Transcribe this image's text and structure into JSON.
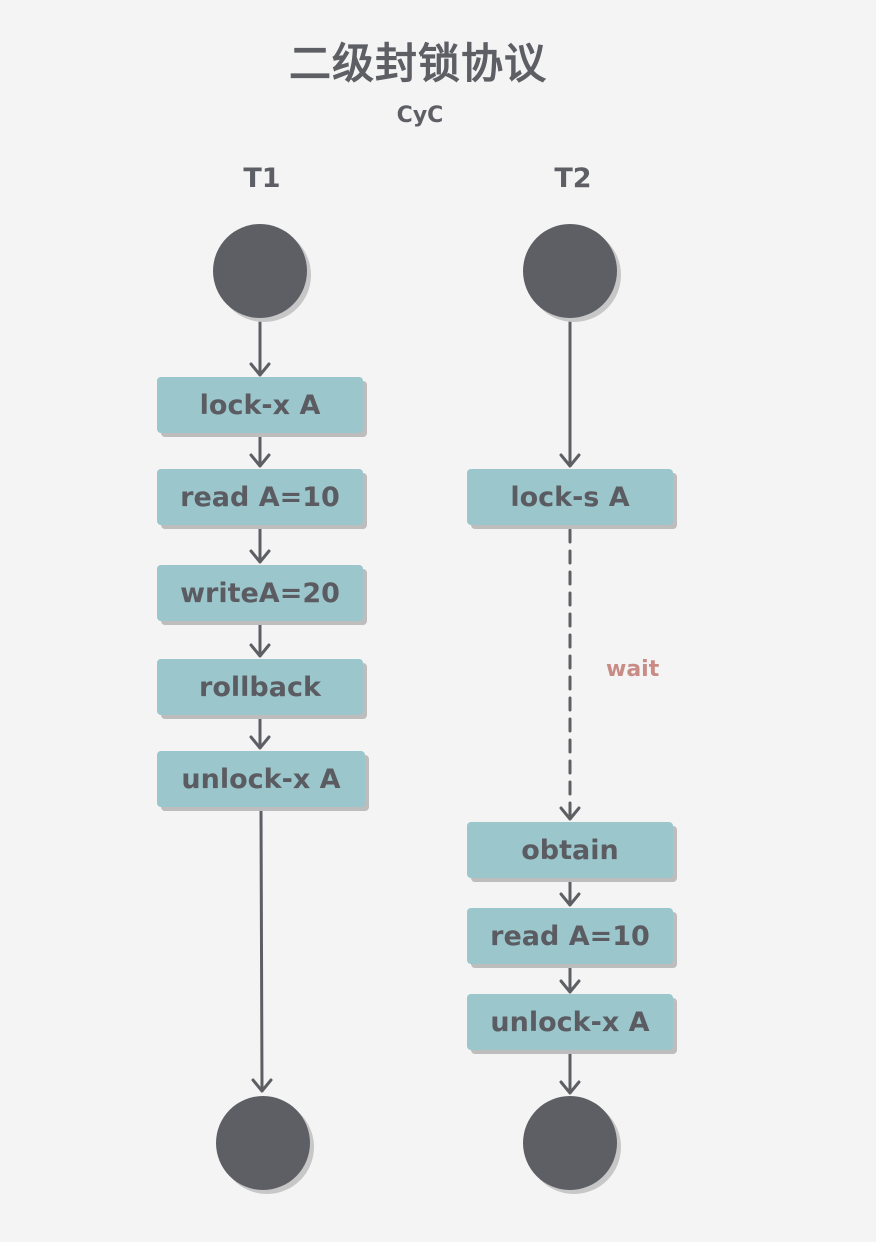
{
  "diagram": {
    "title": "二级封锁协议",
    "subtitle": "CyC",
    "note_wait": "wait",
    "lanes": [
      {
        "label": "T1",
        "steps": [
          "lock-x A",
          "read A=10",
          "writeA=20",
          "rollback",
          "unlock-x A"
        ]
      },
      {
        "label": "T2",
        "steps": [
          "lock-s A",
          "obtain",
          "read A=10",
          "unlock-x A"
        ]
      }
    ],
    "colors": {
      "background": "#f4f4f4",
      "node": "#5e5f65",
      "step_fill": "#9ac6cc",
      "text": "#5b5c62",
      "wait_note": "#c98b86"
    }
  }
}
